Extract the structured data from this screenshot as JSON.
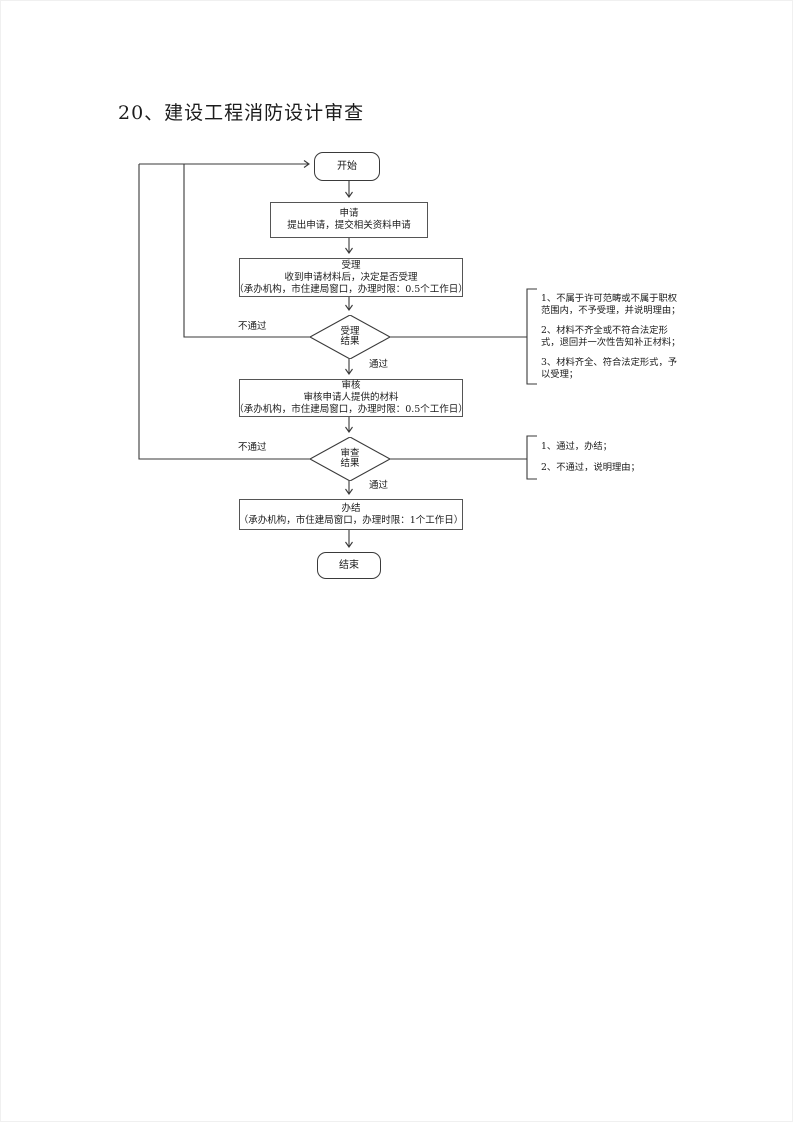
{
  "page": {
    "title": "20、建设工程消防设计审查"
  },
  "flow": {
    "start": "开始",
    "apply": {
      "title": "申请",
      "desc": "提出申请，提交相关资料申请"
    },
    "accept": {
      "title": "受理",
      "desc": "收到申请材料后，决定是否受理",
      "detail": "（承办机构，市住建局窗口，办理时限：0.5个工作日）"
    },
    "accept_result": {
      "line1": "受理",
      "line2": "结果"
    },
    "review": {
      "title": "审核",
      "desc": "审核申请人提供的材料",
      "detail": "（承办机构，市住建局窗口，办理时限：0.5个工作日）"
    },
    "review_result": {
      "line1": "审查",
      "line2": "结果"
    },
    "close": {
      "title": "办结",
      "detail": "（承办机构，市住建局窗口，办理时限：1个工作日）"
    },
    "end": "结束",
    "labels": {
      "fail1": "不通过",
      "pass1": "通过",
      "fail2": "不通过",
      "pass2": "通过"
    }
  },
  "annotations": {
    "accept_note": {
      "items": [
        "1、不属于许可范畴或不属于职权范围内，不予受理，并说明理由；",
        "2、材料不齐全或不符合法定形式，退回并一次性告知补正材料；",
        "3、材料齐全、符合法定形式，予以受理；"
      ]
    },
    "review_note": {
      "items": [
        "1、通过，办结；",
        "2、不通过，说明理由；"
      ]
    }
  },
  "colors": {
    "background": "#ffffff",
    "line": "#3a3a3a",
    "box_border": "#555555",
    "text": "#1a1a1a"
  }
}
